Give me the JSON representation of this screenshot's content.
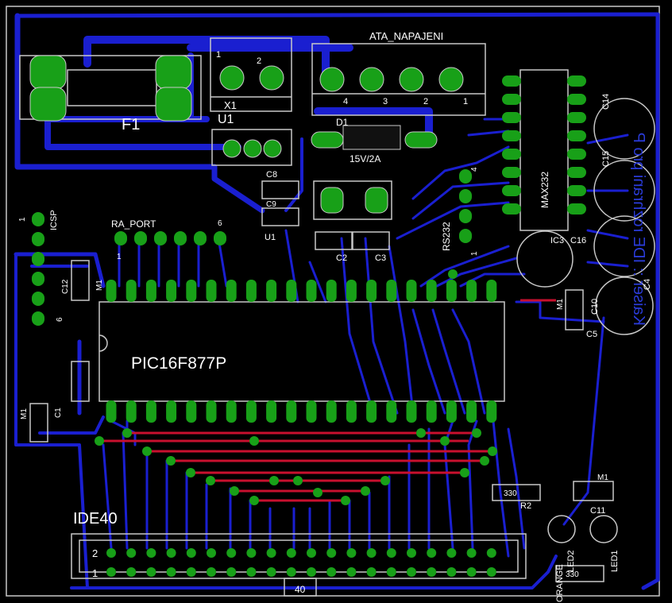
{
  "board": {
    "colors": {
      "background": "#000000",
      "bottom_copper": "#1a1fd0",
      "top_copper": "#c8102e",
      "pad": "#18a018",
      "silk": "#c8c8c8",
      "mirrored_text": "#2a3bd8"
    },
    "components": {
      "fuse": "F1",
      "x1": "X1",
      "x1_pin1": "1",
      "x1_pin2": "2",
      "power_connector": "ATA_NAPAJENI",
      "power_pin4": "4",
      "power_pin3": "3",
      "power_pin2": "2",
      "power_pin1": "1",
      "regulator": "U1",
      "regulator_alt": "U1",
      "diode": "D1",
      "diode_value": "15V/2A",
      "c8": "C8",
      "c9": "C9",
      "c2": "C2",
      "c3": "C3",
      "icsp": "ICSP",
      "icsp_pin1": "1",
      "icsp_pin6": "6",
      "c12": "C12",
      "c12_value": "M1",
      "ra_port": "RA_PORT",
      "ra_pin1": "1",
      "ra_pin6": "6",
      "mcu": "PIC16F877P",
      "c1": "C1",
      "c1_value": "M1",
      "ic3": "IC3",
      "max232": "MAX232",
      "rs232": "RS232",
      "rs232_pin4": "4",
      "rs232_pin1": "1",
      "c14": "C14",
      "c15": "C15",
      "c16": "C16",
      "c4": "C4",
      "c10": "C10",
      "c10_value": "M1",
      "c5": "C5",
      "ide": "IDE40",
      "ide_pin2": "2",
      "ide_pin1": "1",
      "ide_pin40": "40",
      "r2": "R2",
      "r2_value": "330",
      "c11": "C11",
      "c11_value": "M1",
      "led1": "LED1",
      "led2": "LED2",
      "r1_value": "330",
      "orange": "ORANGE",
      "mirrored_text": "Kaiser :: IDE rozhrani pro P"
    }
  }
}
